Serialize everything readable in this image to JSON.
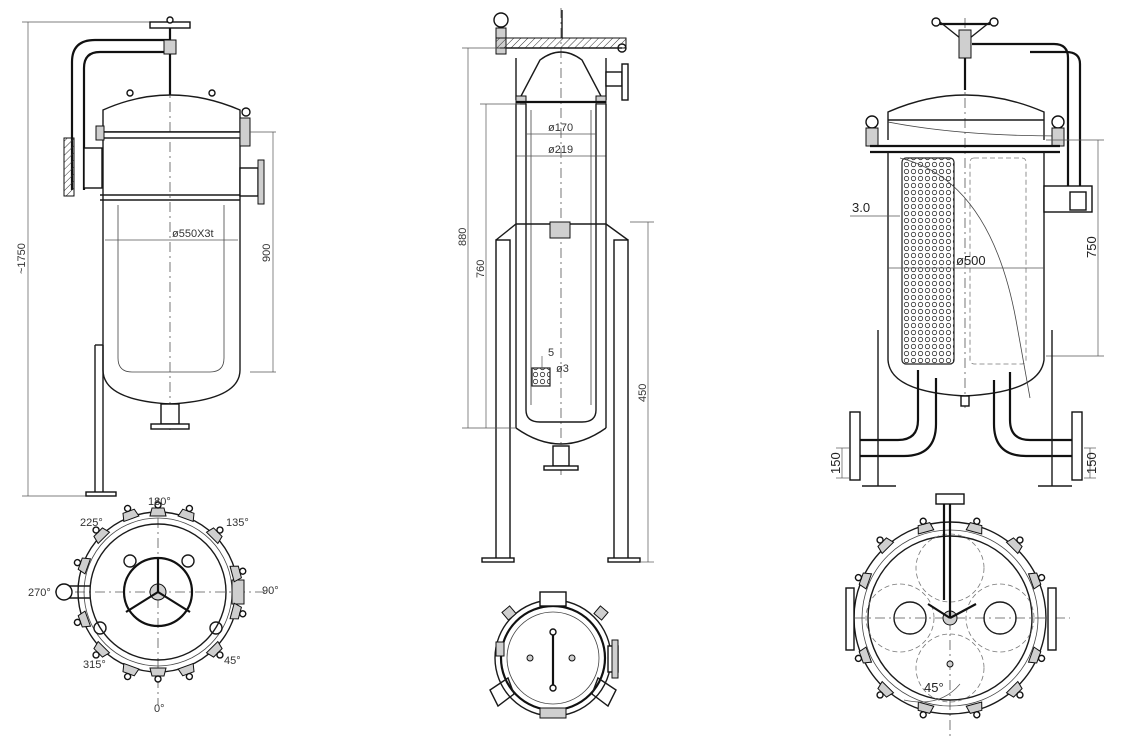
{
  "views": {
    "left_elevation": {
      "height_label": "~1750",
      "diameter_label": "ø550X3t",
      "body_height_label": "900"
    },
    "left_plan": {
      "angles": [
        "180°",
        "225°",
        "135°",
        "270°",
        "90°",
        "315°",
        "45°",
        "0°"
      ]
    },
    "middle_elevation": {
      "d_inner_label": "ø170",
      "d_outer_label": "ø219",
      "h880_label": "880",
      "h760_label": "760",
      "h450_label": "450",
      "mesh_label": "5",
      "hole_label": "ø3"
    },
    "right_elevation": {
      "thickness_label": "3.0",
      "diameter_label": "ø500",
      "height_label": "750",
      "left_inlet_label": "150",
      "right_outlet_label": "150"
    },
    "right_plan": {
      "angle_label": "45°"
    }
  }
}
